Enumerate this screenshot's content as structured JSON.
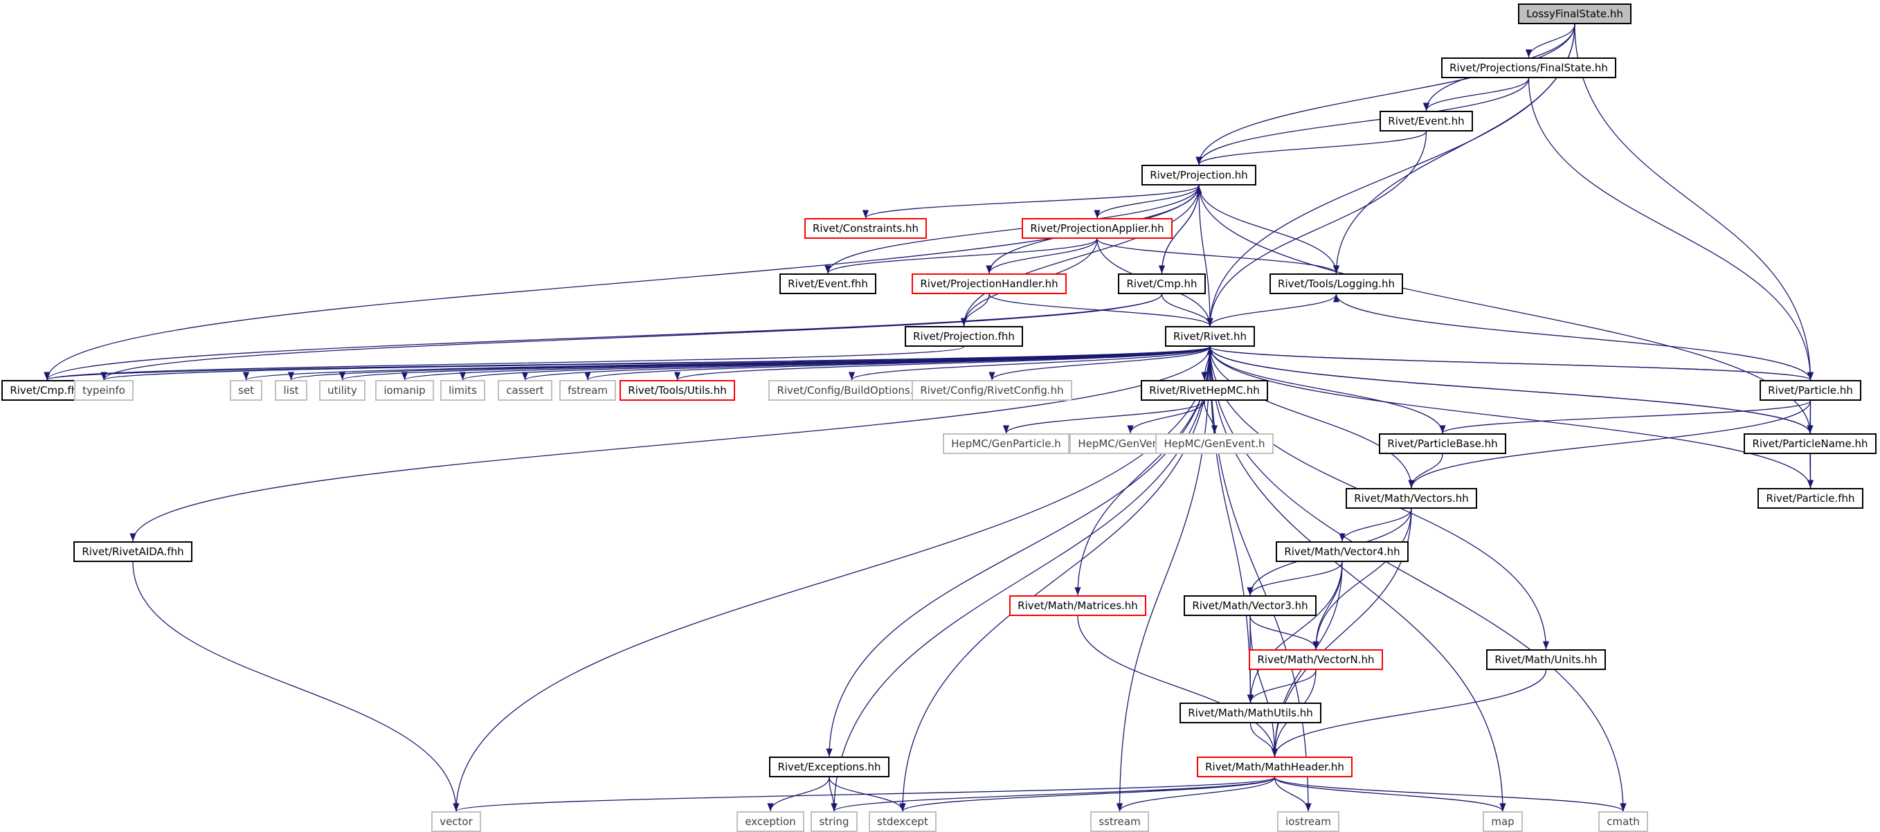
{
  "nodes": [
    {
      "id": "lossy",
      "label": "LossyFinalState.hh",
      "kind": "root"
    },
    {
      "id": "finalstate",
      "label": "Rivet/Projections/FinalState.hh",
      "kind": "doc"
    },
    {
      "id": "event",
      "label": "Rivet/Event.hh",
      "kind": "doc"
    },
    {
      "id": "projection",
      "label": "Rivet/Projection.hh",
      "kind": "doc"
    },
    {
      "id": "constraints",
      "label": "Rivet/Constraints.hh",
      "kind": "red"
    },
    {
      "id": "projapplier",
      "label": "Rivet/ProjectionApplier.hh",
      "kind": "red"
    },
    {
      "id": "eventfhh",
      "label": "Rivet/Event.fhh",
      "kind": "doc"
    },
    {
      "id": "projhandler",
      "label": "Rivet/ProjectionHandler.hh",
      "kind": "red"
    },
    {
      "id": "cmphh",
      "label": "Rivet/Cmp.hh",
      "kind": "doc"
    },
    {
      "id": "logging",
      "label": "Rivet/Tools/Logging.hh",
      "kind": "doc"
    },
    {
      "id": "projfhh",
      "label": "Rivet/Projection.fhh",
      "kind": "doc"
    },
    {
      "id": "rivet",
      "label": "Rivet/Rivet.hh",
      "kind": "doc"
    },
    {
      "id": "cmpfhh",
      "label": "Rivet/Cmp.fhh",
      "kind": "doc"
    },
    {
      "id": "typeinfo",
      "label": "typeinfo",
      "kind": "sys"
    },
    {
      "id": "set",
      "label": "set",
      "kind": "sys"
    },
    {
      "id": "list",
      "label": "list",
      "kind": "sys"
    },
    {
      "id": "utility",
      "label": "utility",
      "kind": "sys"
    },
    {
      "id": "iomanip",
      "label": "iomanip",
      "kind": "sys"
    },
    {
      "id": "limits",
      "label": "limits",
      "kind": "sys"
    },
    {
      "id": "cassert",
      "label": "cassert",
      "kind": "sys"
    },
    {
      "id": "fstream",
      "label": "fstream",
      "kind": "sys"
    },
    {
      "id": "utils",
      "label": "Rivet/Tools/Utils.hh",
      "kind": "red"
    },
    {
      "id": "buildopts",
      "label": "Rivet/Config/BuildOptions.hh",
      "kind": "sys"
    },
    {
      "id": "rivetconfig",
      "label": "Rivet/Config/RivetConfig.hh",
      "kind": "sys"
    },
    {
      "id": "rivethepmc",
      "label": "Rivet/RivetHepMC.hh",
      "kind": "doc"
    },
    {
      "id": "particle",
      "label": "Rivet/Particle.hh",
      "kind": "doc"
    },
    {
      "id": "genparticle",
      "label": "HepMC/GenParticle.h",
      "kind": "sys"
    },
    {
      "id": "genvertex",
      "label": "HepMC/GenVertex.h",
      "kind": "sys"
    },
    {
      "id": "genevent",
      "label": "HepMC/GenEvent.h",
      "kind": "sys"
    },
    {
      "id": "particlebase",
      "label": "Rivet/ParticleBase.hh",
      "kind": "doc"
    },
    {
      "id": "particlename",
      "label": "Rivet/ParticleName.hh",
      "kind": "doc"
    },
    {
      "id": "vectors",
      "label": "Rivet/Math/Vectors.hh",
      "kind": "doc"
    },
    {
      "id": "particlefhh",
      "label": "Rivet/Particle.fhh",
      "kind": "doc"
    },
    {
      "id": "aida",
      "label": "Rivet/RivetAIDA.fhh",
      "kind": "doc"
    },
    {
      "id": "vector4",
      "label": "Rivet/Math/Vector4.hh",
      "kind": "doc"
    },
    {
      "id": "matrices",
      "label": "Rivet/Math/Matrices.hh",
      "kind": "red"
    },
    {
      "id": "vector3",
      "label": "Rivet/Math/Vector3.hh",
      "kind": "doc"
    },
    {
      "id": "vectorn",
      "label": "Rivet/Math/VectorN.hh",
      "kind": "red"
    },
    {
      "id": "units",
      "label": "Rivet/Math/Units.hh",
      "kind": "doc"
    },
    {
      "id": "mathutils",
      "label": "Rivet/Math/MathUtils.hh",
      "kind": "doc"
    },
    {
      "id": "exceptions",
      "label": "Rivet/Exceptions.hh",
      "kind": "doc"
    },
    {
      "id": "mathheader",
      "label": "Rivet/Math/MathHeader.hh",
      "kind": "red"
    },
    {
      "id": "vector",
      "label": "vector",
      "kind": "sys"
    },
    {
      "id": "exception",
      "label": "exception",
      "kind": "sys"
    },
    {
      "id": "string",
      "label": "string",
      "kind": "sys"
    },
    {
      "id": "stdexcept",
      "label": "stdexcept",
      "kind": "sys"
    },
    {
      "id": "sstream",
      "label": "sstream",
      "kind": "sys"
    },
    {
      "id": "iostream",
      "label": "iostream",
      "kind": "sys"
    },
    {
      "id": "map",
      "label": "map",
      "kind": "sys"
    },
    {
      "id": "cmath",
      "label": "cmath",
      "kind": "sys"
    }
  ],
  "edges": [
    [
      "lossy",
      "finalstate"
    ],
    [
      "lossy",
      "event"
    ],
    [
      "lossy",
      "projection"
    ],
    [
      "lossy",
      "rivet"
    ],
    [
      "lossy",
      "logging"
    ],
    [
      "lossy",
      "particle"
    ],
    [
      "finalstate",
      "event"
    ],
    [
      "finalstate",
      "projection"
    ],
    [
      "finalstate",
      "particle"
    ],
    [
      "event",
      "projection"
    ],
    [
      "event",
      "rivet"
    ],
    [
      "projection",
      "constraints"
    ],
    [
      "projection",
      "projapplier"
    ],
    [
      "projection",
      "eventfhh"
    ],
    [
      "projection",
      "projhandler"
    ],
    [
      "projection",
      "cmphh"
    ],
    [
      "projection",
      "logging"
    ],
    [
      "projection",
      "projfhh"
    ],
    [
      "projection",
      "rivet"
    ],
    [
      "projection",
      "cmpfhh"
    ],
    [
      "projection",
      "particlename"
    ],
    [
      "projapplier",
      "eventfhh"
    ],
    [
      "projapplier",
      "projhandler"
    ],
    [
      "projapplier",
      "projfhh"
    ],
    [
      "projapplier",
      "logging"
    ],
    [
      "projapplier",
      "rivet"
    ],
    [
      "projhandler",
      "projfhh"
    ],
    [
      "projhandler",
      "rivet"
    ],
    [
      "cmphh",
      "projection"
    ],
    [
      "cmphh",
      "rivet"
    ],
    [
      "cmphh",
      "cmpfhh"
    ],
    [
      "cmphh",
      "typeinfo"
    ],
    [
      "projfhh",
      "cmpfhh"
    ],
    [
      "logging",
      "rivet"
    ],
    [
      "rivet",
      "cmpfhh"
    ],
    [
      "rivet",
      "typeinfo"
    ],
    [
      "rivet",
      "set"
    ],
    [
      "rivet",
      "list"
    ],
    [
      "rivet",
      "utility"
    ],
    [
      "rivet",
      "iomanip"
    ],
    [
      "rivet",
      "limits"
    ],
    [
      "rivet",
      "cassert"
    ],
    [
      "rivet",
      "fstream"
    ],
    [
      "rivet",
      "utils"
    ],
    [
      "rivet",
      "buildopts"
    ],
    [
      "rivet",
      "rivetconfig"
    ],
    [
      "rivet",
      "rivethepmc"
    ],
    [
      "rivet",
      "particle"
    ],
    [
      "rivet",
      "particlename"
    ],
    [
      "rivet",
      "vectors"
    ],
    [
      "rivet",
      "aida"
    ],
    [
      "rivet",
      "matrices"
    ],
    [
      "rivet",
      "exceptions"
    ],
    [
      "rivet",
      "units"
    ],
    [
      "rivet",
      "mathutils"
    ],
    [
      "rivet",
      "vector"
    ],
    [
      "rivet",
      "string"
    ],
    [
      "rivet",
      "stdexcept"
    ],
    [
      "rivet",
      "sstream"
    ],
    [
      "rivet",
      "iostream"
    ],
    [
      "rivet",
      "map"
    ],
    [
      "rivet",
      "cmath"
    ],
    [
      "rivethepmc",
      "genparticle"
    ],
    [
      "rivethepmc",
      "genvertex"
    ],
    [
      "rivethepmc",
      "genevent"
    ],
    [
      "particle",
      "rivet"
    ],
    [
      "particle",
      "logging"
    ],
    [
      "particle",
      "particlebase"
    ],
    [
      "particle",
      "particlename"
    ],
    [
      "particle",
      "vectors"
    ],
    [
      "particle",
      "particlefhh"
    ],
    [
      "particlebase",
      "rivet"
    ],
    [
      "particlebase",
      "vectors"
    ],
    [
      "particlename",
      "rivet"
    ],
    [
      "particlename",
      "particlefhh"
    ],
    [
      "particlefhh",
      "rivet"
    ],
    [
      "vectors",
      "vector4"
    ],
    [
      "vectors",
      "vector3"
    ],
    [
      "vectors",
      "vectorn"
    ],
    [
      "vectors",
      "mathheader"
    ],
    [
      "vector4",
      "vector3"
    ],
    [
      "vector4",
      "vectorn"
    ],
    [
      "vector4",
      "mathutils"
    ],
    [
      "vector4",
      "mathheader"
    ],
    [
      "vector3",
      "vectorn"
    ],
    [
      "vector3",
      "mathutils"
    ],
    [
      "vector3",
      "mathheader"
    ],
    [
      "vectorn",
      "mathutils"
    ],
    [
      "vectorn",
      "mathheader"
    ],
    [
      "mathutils",
      "mathheader"
    ],
    [
      "matrices",
      "mathheader"
    ],
    [
      "units",
      "mathheader"
    ],
    [
      "aida",
      "vector"
    ],
    [
      "exceptions",
      "exception"
    ],
    [
      "exceptions",
      "string"
    ],
    [
      "exceptions",
      "stdexcept"
    ],
    [
      "mathheader",
      "vector"
    ],
    [
      "mathheader",
      "string"
    ],
    [
      "mathheader",
      "stdexcept"
    ],
    [
      "mathheader",
      "sstream"
    ],
    [
      "mathheader",
      "iostream"
    ],
    [
      "mathheader",
      "map"
    ],
    [
      "mathheader",
      "cmath"
    ]
  ],
  "colors": {
    "edge": "#191970",
    "red_border": "#ff0000",
    "gray_border": "#bfbfbf",
    "root_fill": "#bfbfbf"
  }
}
